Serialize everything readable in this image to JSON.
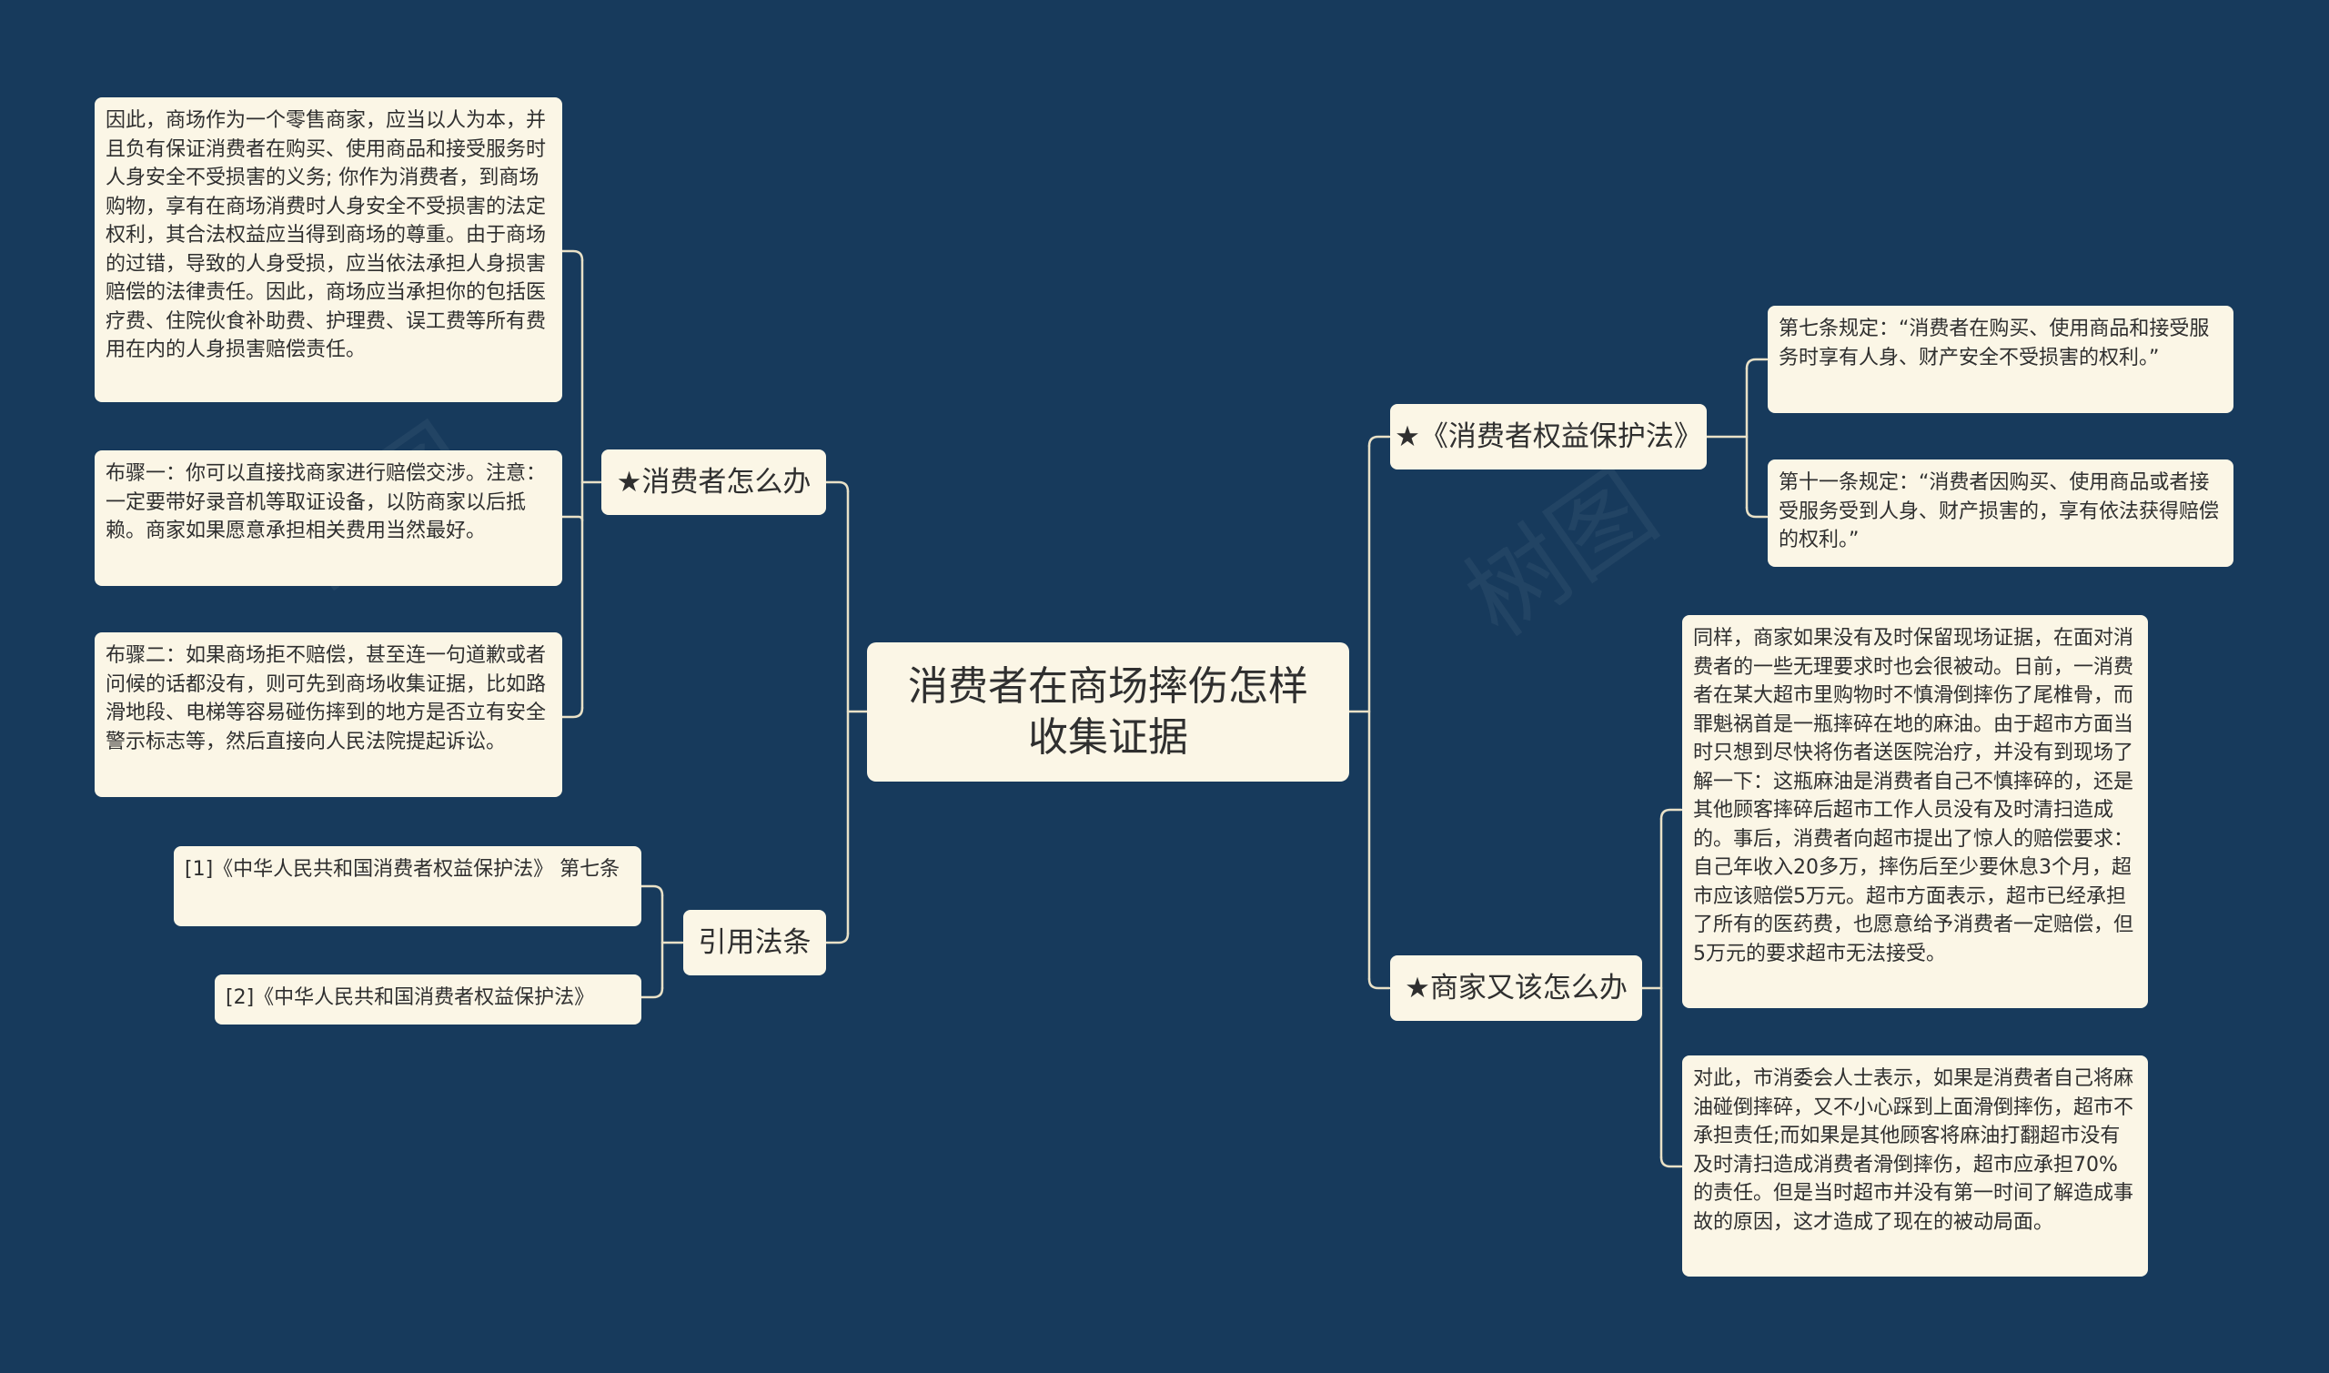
{
  "root": {
    "title": "消费者在商场摔伤怎样收集证据"
  },
  "left": {
    "consumer": {
      "label": "★消费者怎么办",
      "leaves": [
        "因此，商场作为一个零售商家，应当以人为本，并且负有保证消费者在购买、使用商品和接受服务时人身安全不受损害的义务; 你作为消费者，到商场购物，享有在商场消费时人身安全不受损害的法定权利，其合法权益应当得到商场的尊重。由于商场的过错，导致的人身受损，应当依法承担人身损害赔偿的法律责任。因此，商场应当承担你的包括医疗费、住院伙食补助费、护理费、误工费等所有费用在内的人身损害赔偿责任。",
        "布骤一：你可以直接找商家进行赔偿交涉。注意：一定要带好录音机等取证设备，以防商家以后抵赖。商家如果愿意承担相关费用当然最好。",
        "布骤二：如果商场拒不赔偿，甚至连一句道歉或者问候的话都没有，则可先到商场收集证据，比如路滑地段、电梯等容易碰伤摔到的地方是否立有安全警示标志等，然后直接向人民法院提起诉讼。"
      ]
    },
    "citations": {
      "label": "引用法条",
      "leaves": [
        "[1]《中华人民共和国消费者权益保护法》 第七条",
        "[2]《中华人民共和国消费者权益保护法》"
      ]
    }
  },
  "right": {
    "law": {
      "label": "★《消费者权益保护法》",
      "leaves": [
        "第七条规定：“消费者在购买、使用商品和接受服务时享有人身、财产安全不受损害的权利。”",
        "第十一条规定：“消费者因购买、使用商品或者接受服务受到人身、财产损害的，享有依法获得赔偿的权利。”"
      ]
    },
    "merchant": {
      "label": "★商家又该怎么办",
      "leaves": [
        "同样，商家如果没有及时保留现场证据，在面对消费者的一些无理要求时也会很被动。日前，一消费者在某大超市里购物时不慎滑倒摔伤了尾椎骨，而罪魁祸首是一瓶摔碎在地的麻油。由于超市方面当时只想到尽快将伤者送医院治疗，并没有到现场了解一下：这瓶麻油是消费者自己不慎摔碎的，还是其他顾客摔碎后超市工作人员没有及时清扫造成的。事后，消费者向超市提出了惊人的赔偿要求：自己年收入20多万，摔伤后至少要休息3个月，超市应该赔偿5万元。超市方面表示，超市已经承担了所有的医药费，也愿意给予消费者一定赔偿，但5万元的要求超市无法接受。",
        "对此，市消委会人士表示，如果是消费者自己将麻油碰倒摔碎，又不小心踩到上面滑倒摔伤，超市不承担责任;而如果是其他顾客将麻油打翻超市没有及时清扫造成消费者滑倒摔伤，超市应承担70%的责任。但是当时超市并没有第一时间了解造成事故的原因，这才造成了现在的被动局面。"
      ]
    }
  },
  "colors": {
    "background": "#173a5c",
    "node_fill": "#fbf6e6",
    "connector": "#e9e1c7",
    "text": "#2f2f2f"
  }
}
